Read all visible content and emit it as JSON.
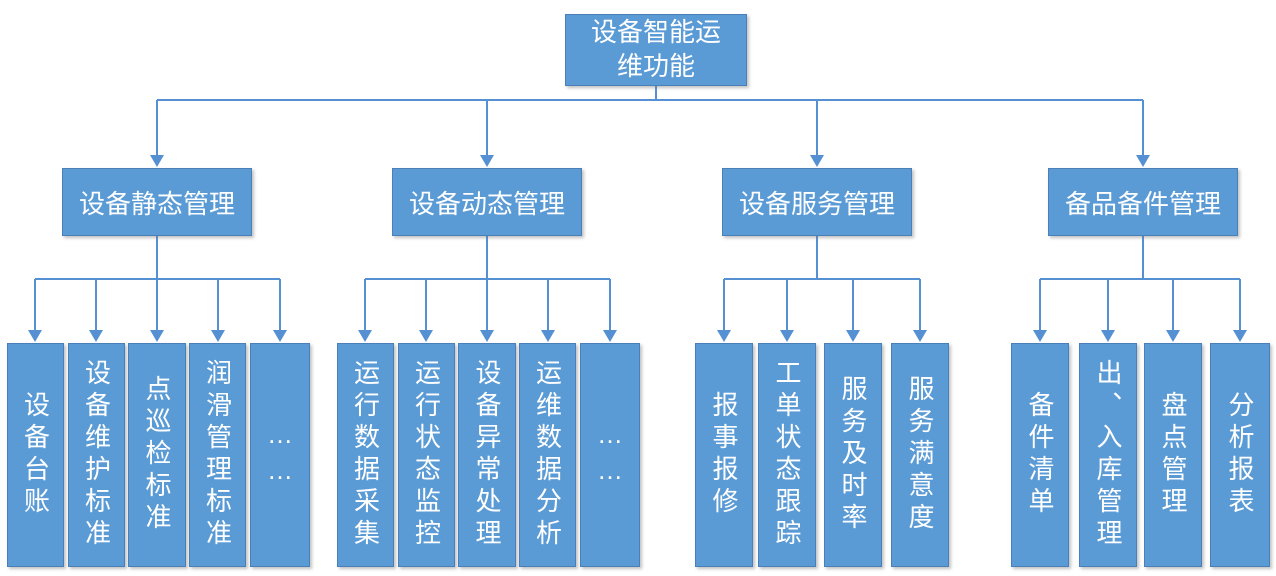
{
  "diagram": {
    "root": {
      "label": "设备智能运维功能"
    },
    "branches": [
      {
        "label": "设备静态管理",
        "children": [
          {
            "label": "设备台账"
          },
          {
            "label": "设备维护标准"
          },
          {
            "label": "点巡检标准"
          },
          {
            "label": "润滑管理标准"
          },
          {
            "label": "……"
          }
        ]
      },
      {
        "label": "设备动态管理",
        "children": [
          {
            "label": "运行数据采集"
          },
          {
            "label": "运行状态监控"
          },
          {
            "label": "设备异常处理"
          },
          {
            "label": "运维数据分析"
          },
          {
            "label": "……"
          }
        ]
      },
      {
        "label": "设备服务管理",
        "children": [
          {
            "label": "报事报修"
          },
          {
            "label": "工单状态跟踪"
          },
          {
            "label": "服务及时率"
          },
          {
            "label": "服务满意度"
          }
        ]
      },
      {
        "label": "备品备件管理",
        "children": [
          {
            "label": "备件清单"
          },
          {
            "label": "出、入库管理"
          },
          {
            "label": "盘点管理"
          },
          {
            "label": "分析报表"
          }
        ]
      }
    ],
    "colors": {
      "node_fill": "#5b9bd5",
      "node_border": "#4a7fb8",
      "connector": "#5591d2",
      "text": "#ffffff",
      "background": "#ffffff"
    }
  }
}
